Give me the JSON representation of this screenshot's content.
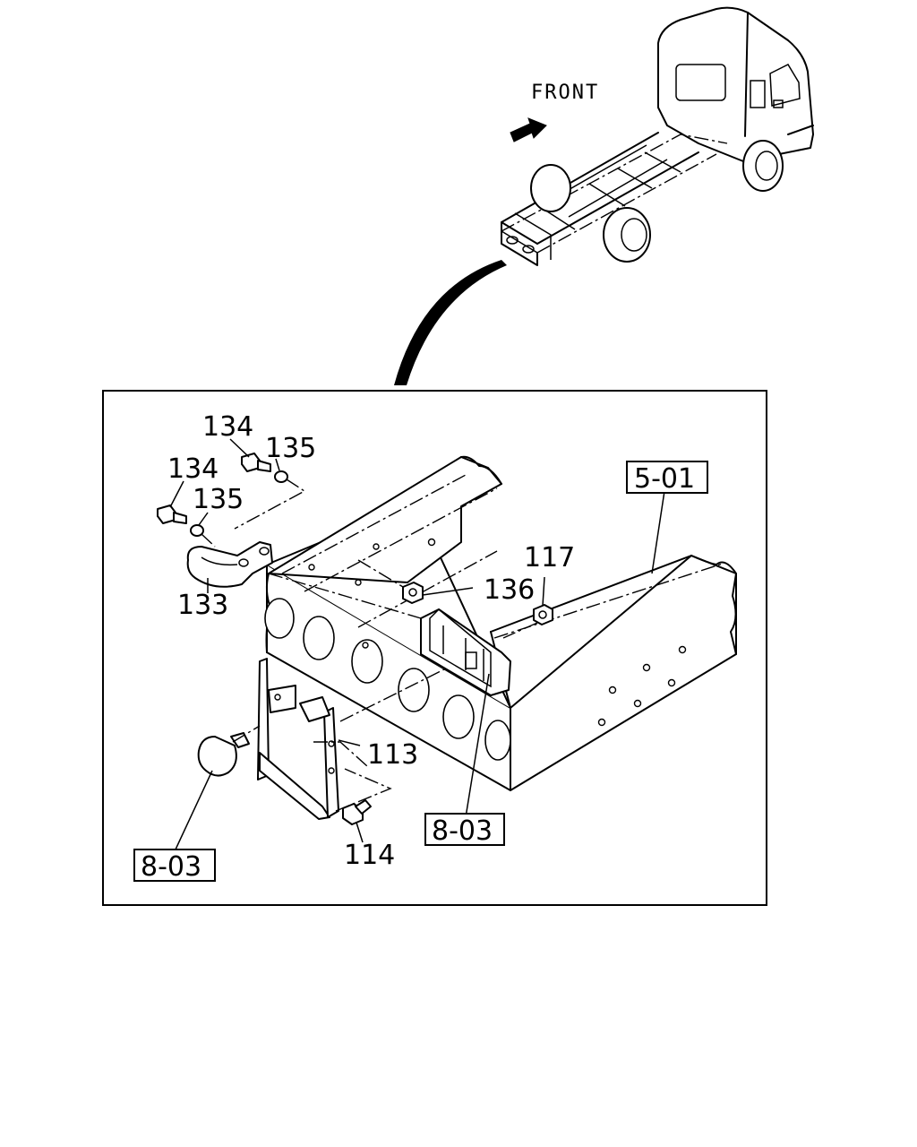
{
  "orientation_label": "FRONT",
  "callouts": {
    "bolt_upper": "134",
    "washer_upper": "135",
    "bolt_lower": "134",
    "washer_lower": "135",
    "tow_hook": "133",
    "nut_136": "136",
    "nut_117": "117",
    "bracket": "113",
    "bolt_114": "114"
  },
  "references": {
    "frame": "5-01",
    "lamp_rear": "8-03",
    "lamp_side": "8-03"
  }
}
